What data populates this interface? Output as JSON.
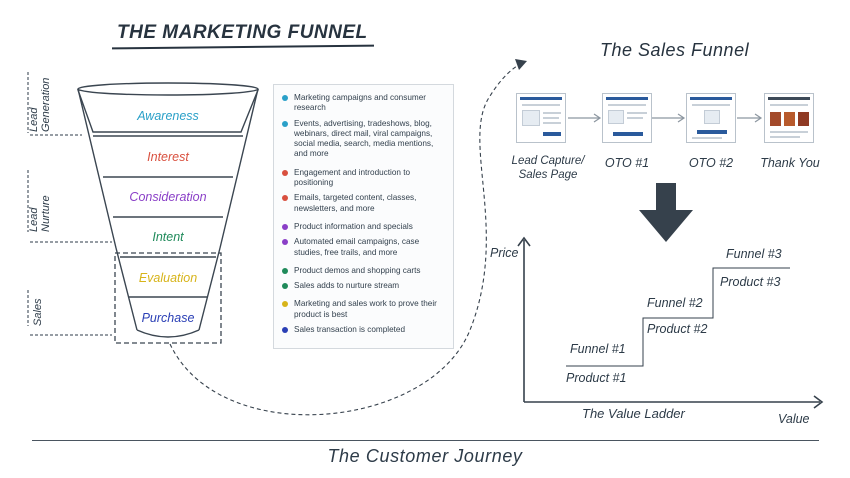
{
  "marketing_funnel": {
    "title": "THE MARKETING FUNNEL",
    "side_labels": {
      "lead_generation": [
        "Lead",
        "Generation"
      ],
      "lead_nurture": [
        "Lead",
        "Nurture"
      ],
      "sales": "Sales"
    },
    "stages": [
      {
        "label": "Awareness",
        "color": "#2aa0c8"
      },
      {
        "label": "Interest",
        "color": "#d9503f"
      },
      {
        "label": "Consideration",
        "color": "#8a3fc7"
      },
      {
        "label": "Intent",
        "color": "#1f8a5a"
      },
      {
        "label": "Evaluation",
        "color": "#d7b41a"
      },
      {
        "label": "Purchase",
        "color": "#2a3fb5"
      }
    ]
  },
  "legend": [
    {
      "text": "Marketing campaigns and consumer research",
      "color": "#2aa0c8"
    },
    {
      "text": "Events, advertising, tradeshows, blog, webinars, direct mail, viral campaigns, social media, search, media mentions, and more",
      "color": "#2aa0c8"
    },
    {
      "text": "Engagement and introduction to positioning",
      "color": "#d9503f"
    },
    {
      "text": "Emails, targeted content, classes, newsletters, and more",
      "color": "#d9503f"
    },
    {
      "text": "Product information and specials",
      "color": "#8a3fc7"
    },
    {
      "text": "Automated email campaigns, case studies, free trails, and more",
      "color": "#8a3fc7"
    },
    {
      "text": "Product demos and shopping carts",
      "color": "#1f8a5a"
    },
    {
      "text": "Sales adds to nurture stream",
      "color": "#1f8a5a"
    },
    {
      "text": "Marketing and sales work to prove their product is best",
      "color": "#d7b41a"
    },
    {
      "text": "Sales transaction is completed",
      "color": "#2a3fb5"
    }
  ],
  "sales_funnel": {
    "title": "The Sales Funnel",
    "steps": [
      {
        "label_line1": "Lead Capture/",
        "label_line2": "Sales Page"
      },
      {
        "label_line1": "OTO #1",
        "label_line2": ""
      },
      {
        "label_line1": "OTO #2",
        "label_line2": ""
      },
      {
        "label_line1": "Thank You",
        "label_line2": ""
      }
    ]
  },
  "value_ladder": {
    "title": "The Value Ladder",
    "y_axis": "Price",
    "x_axis": "Value",
    "steps": [
      {
        "funnel": "Funnel #1",
        "product": "Product #1"
      },
      {
        "funnel": "Funnel #2",
        "product": "Product #2"
      },
      {
        "funnel": "Funnel #3",
        "product": "Product #3"
      }
    ]
  },
  "footer": {
    "title": "The Customer Journey"
  },
  "colors": {
    "ink": "#2d3b48",
    "arrow": "#36414c"
  }
}
